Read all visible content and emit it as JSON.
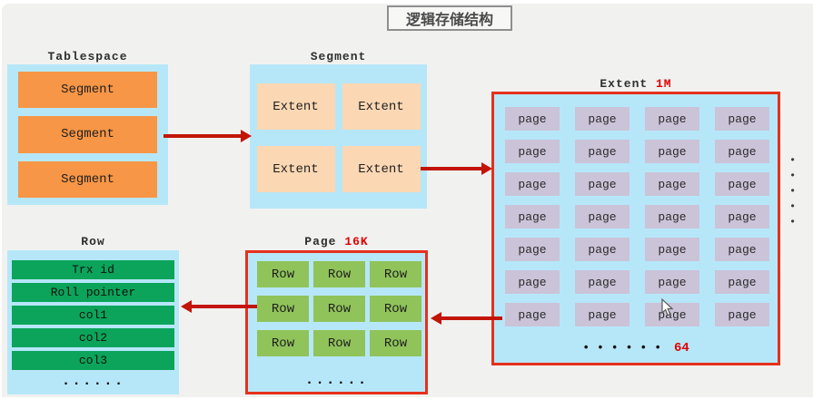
{
  "title": "逻辑存储结构",
  "tablespace": {
    "label": "Tablespace",
    "segments": [
      "Segment",
      "Segment",
      "Segment"
    ]
  },
  "segment": {
    "label": "Segment",
    "extents": [
      "Extent",
      "Extent",
      "Extent",
      "Extent"
    ]
  },
  "extent": {
    "label": "Extent",
    "size_label": "1M",
    "pages": [
      "page",
      "page",
      "page",
      "page",
      "page",
      "page",
      "page",
      "page",
      "page",
      "page",
      "page",
      "page",
      "page",
      "page",
      "page",
      "page",
      "page",
      "page",
      "page",
      "page",
      "page",
      "page",
      "page",
      "page",
      "page",
      "page",
      "page",
      "page"
    ],
    "ellipsis": "••••••",
    "total": "64",
    "side_dots": [
      "•",
      "•",
      "•",
      "•",
      "•"
    ]
  },
  "page": {
    "label": "Page",
    "size_label": "16K",
    "cells": [
      "Row",
      "Row",
      "Row",
      "Row",
      "Row",
      "Row",
      "Row",
      "Row",
      "Row"
    ],
    "ellipsis": "......"
  },
  "row": {
    "label": "Row",
    "fields": [
      "Trx id",
      "Roll pointer",
      "col1",
      "col2",
      "col3"
    ],
    "ellipsis": "......"
  },
  "colors": {
    "arrow_red": "#c21507",
    "box_border_red": "#e5301d",
    "size_text_red": "#e00000",
    "light_blue": "#b6e7f9",
    "orange": "#f79646",
    "peach": "#fbd7b3",
    "purple": "#cbc3d8",
    "olive_green": "#90c35a",
    "emerald_green": "#0ba45a"
  }
}
